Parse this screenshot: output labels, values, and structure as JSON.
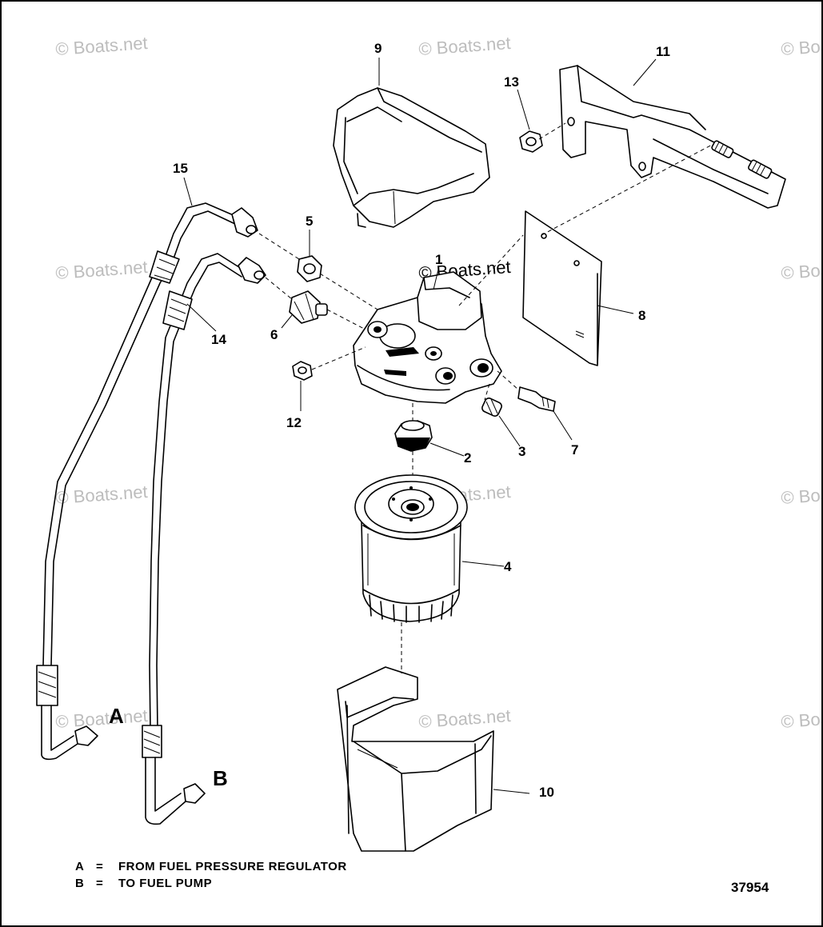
{
  "watermark": "© Boats.net",
  "callouts": {
    "c1": "1",
    "c2": "2",
    "c3": "3",
    "c4": "4",
    "c5": "5",
    "c6": "6",
    "c7": "7",
    "c8": "8",
    "c9": "9",
    "c10": "10",
    "c11": "11",
    "c12": "12",
    "c13": "13",
    "c14": "14",
    "c15": "15"
  },
  "markers": {
    "a": "A",
    "b": "B"
  },
  "legend": {
    "a_key": "A",
    "a_eq": "=",
    "a_text": "FROM FUEL PRESSURE REGULATOR",
    "b_key": "B",
    "b_eq": "=",
    "b_text": "TO FUEL PUMP"
  },
  "figure_number": "37954"
}
